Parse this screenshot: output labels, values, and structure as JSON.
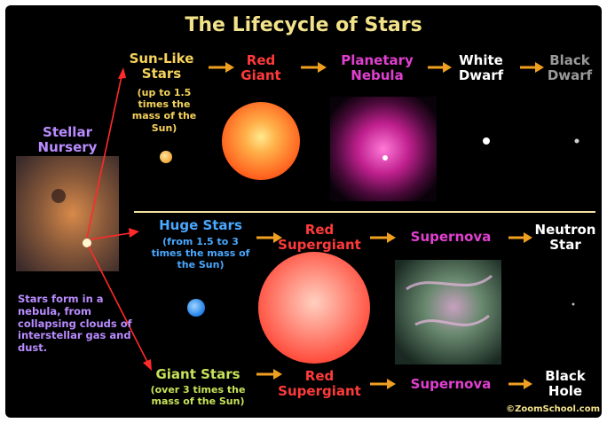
{
  "title": "The Lifecycle of Stars",
  "nursery": {
    "label": "Stellar Nursery",
    "note": "Stars form in a nebula, from collapsing clouds of interstellar gas and dust."
  },
  "row_sunlike": {
    "category": "Sun-Like Stars",
    "category_note": "(up to 1.5 times the mass of the Sun)",
    "stages": [
      "Red Giant",
      "Planetary Nebula",
      "White Dwarf",
      "Black Dwarf"
    ]
  },
  "row_huge": {
    "category": "Huge Stars",
    "category_note": "(from 1.5 to 3 times the mass of the Sun)",
    "stages": [
      "Red Supergiant",
      "Supernova",
      "Neutron Star"
    ]
  },
  "row_giant": {
    "category": "Giant Stars",
    "category_note": "(over 3 times the mass of the Sun)",
    "stages": [
      "Red Supergiant",
      "Supernova",
      "Black Hole"
    ]
  },
  "credit": "©ZoomSchool.com",
  "colors": {
    "background": "#000000",
    "title": "#f2e28a",
    "sunlike": "#f5d35c",
    "red": "#ff3a3a",
    "magenta": "#e040d0",
    "white": "#ffffff",
    "gray": "#9a9a9a",
    "huge": "#4aa8ff",
    "giant": "#c7e35a",
    "nursery": "#b98cff",
    "arrow": "#f0a020"
  }
}
